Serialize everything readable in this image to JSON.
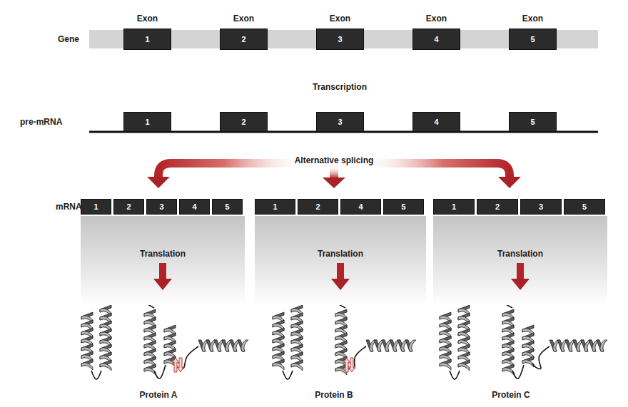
{
  "diagram": {
    "nodes": [
      {
        "text": [
          "Gene"
        ]
      },
      {
        "text": [
          "Exon",
          "1"
        ],
        "in": 0
      },
      {
        "text": [
          "Exon",
          "2"
        ],
        "in": 0
      },
      {
        "text": [
          "Exon",
          "3"
        ],
        "in": 0
      },
      {
        "text": [
          "Exon",
          "4"
        ],
        "in": 0
      },
      {
        "text": [
          "Exon",
          "5"
        ],
        "in": 0
      },
      {
        "text": [
          "1"
        ]
      },
      {
        "text": [
          "2"
        ]
      },
      {
        "text": [
          "3"
        ]
      },
      {
        "text": [
          "4"
        ]
      },
      {
        "text": [
          "5"
        ]
      },
      {
        "text": [
          "1"
        ]
      },
      {
        "text": [
          "2"
        ]
      },
      {
        "text": [
          "3"
        ]
      },
      {
        "text": [
          "4"
        ]
      },
      {
        "text": [
          "5"
        ]
      },
      {
        "text": [
          "1"
        ]
      },
      {
        "text": [
          "2"
        ]
      },
      {
        "text": [
          "4"
        ]
      },
      {
        "text": [
          "5"
        ]
      },
      {
        "text": [
          "1"
        ]
      },
      {
        "text": [
          "2"
        ]
      },
      {
        "text": [
          "3"
        ]
      },
      {
        "text": [
          "5"
        ]
      },
      {
        "text": [
          "Translation"
        ]
      },
      {
        "text": [
          "Translation"
        ]
      },
      {
        "text": [
          "Translation"
        ]
      }
    ],
    "labels": [
      "Transcription",
      "pre-mRNA",
      "Alternative splicing",
      "mRNA",
      "Protein A",
      "Protein B",
      "Protein C"
    ]
  }
}
